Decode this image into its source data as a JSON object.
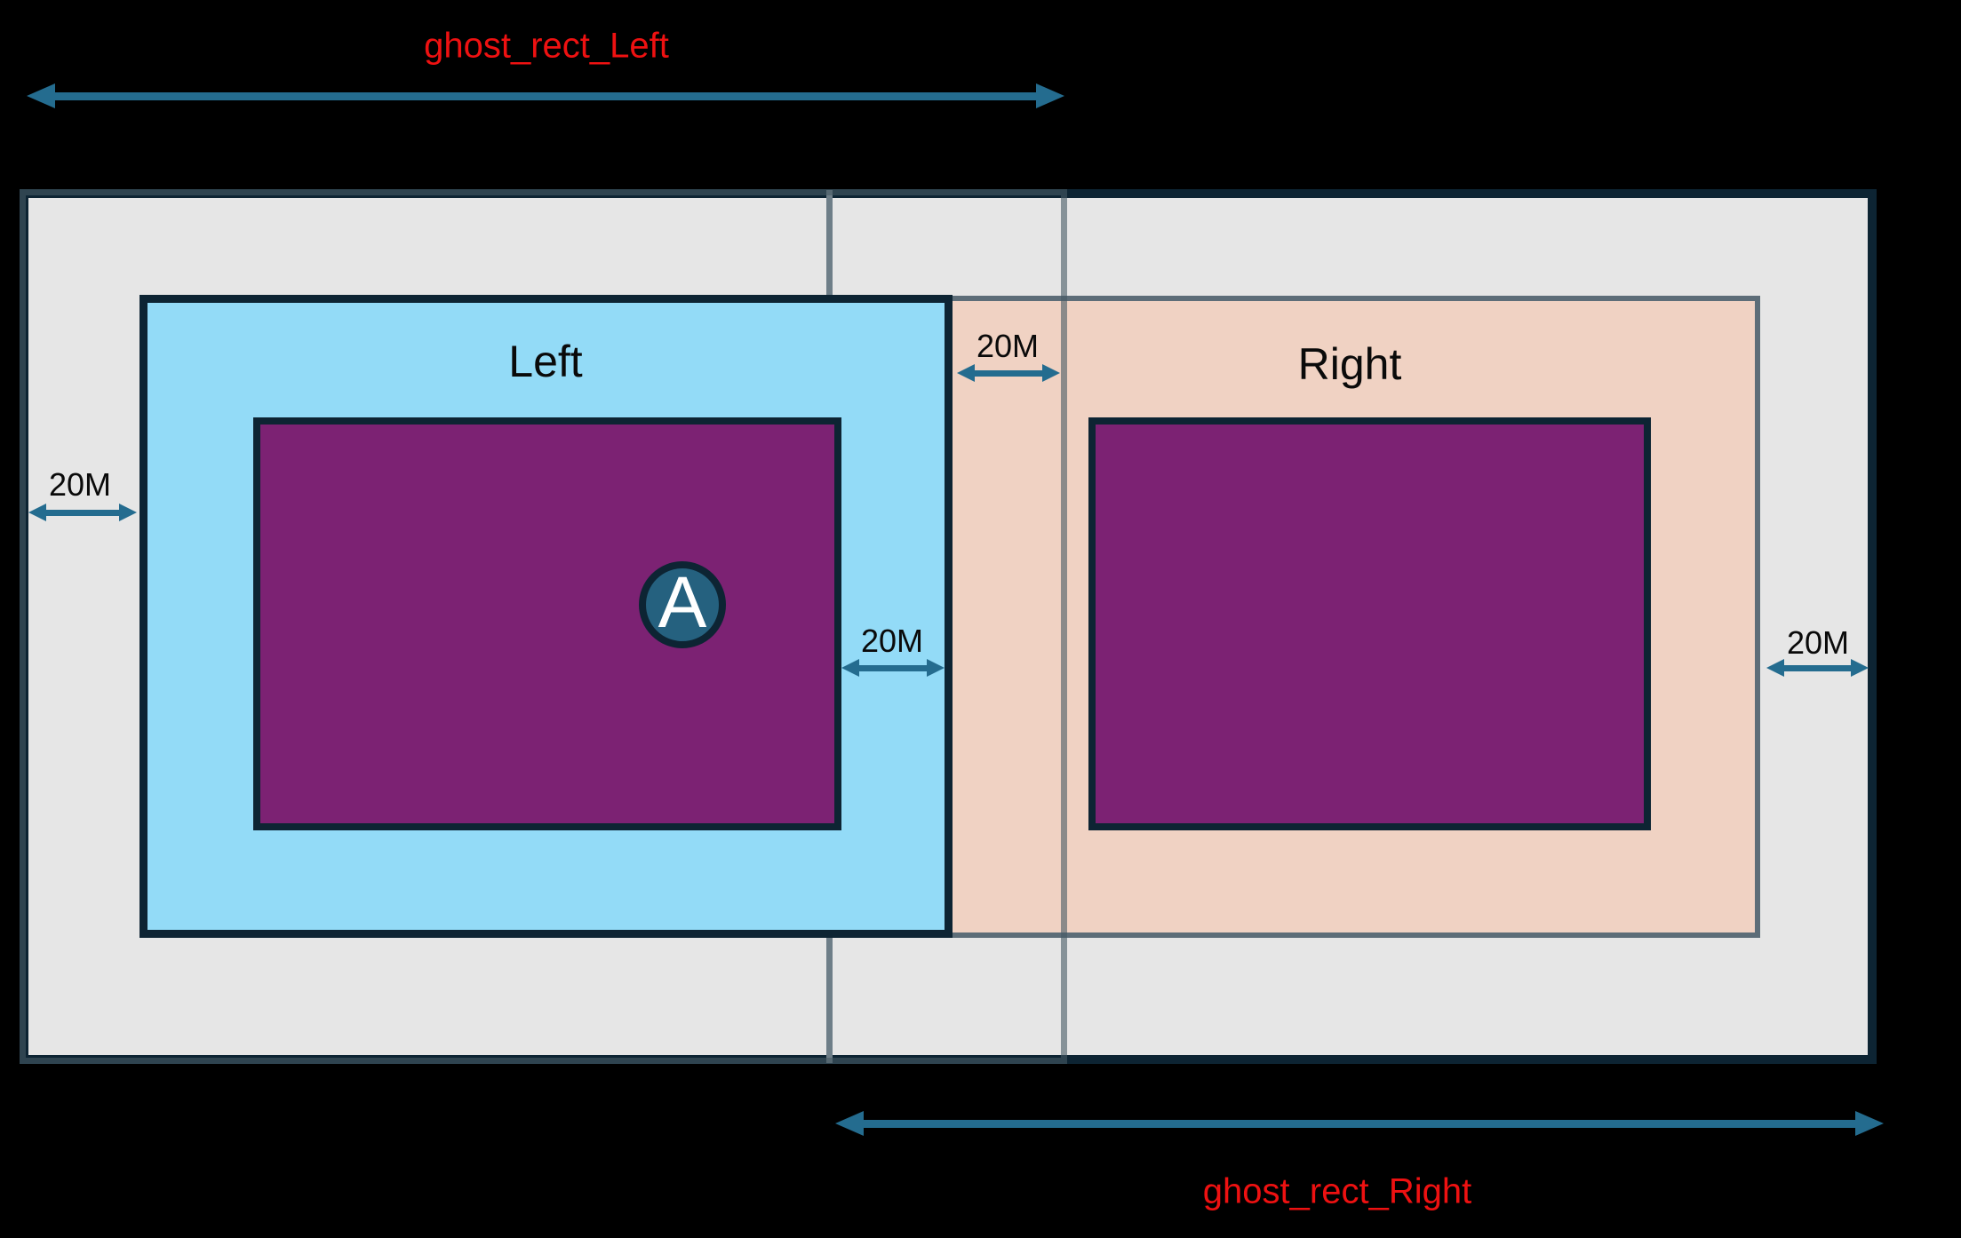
{
  "labels": {
    "ghost_rect_left": "ghost_rect_Left",
    "ghost_rect_right": "ghost_rect_Right",
    "left_rect": "Left",
    "right_rect": "Right",
    "anchor": "A"
  },
  "measurements": {
    "outer_left_gap": "20M",
    "inner_left_gap": "20M",
    "middle_gap": "20M",
    "outer_right_gap": "20M"
  },
  "colors": {
    "background": "#000000",
    "boundary_fill": "#e6e6e6",
    "outline_navy": "#0d2433",
    "left_rect_fill": "#93dbf7",
    "right_rect_fill": "#f0d2c3",
    "inner_rect_fill": "#7c2273",
    "ghost_line_slate": "#6e7e88",
    "arrow_teal": "#246c8f",
    "anchor_fill": "#25617f",
    "label_red": "#ee1111"
  }
}
